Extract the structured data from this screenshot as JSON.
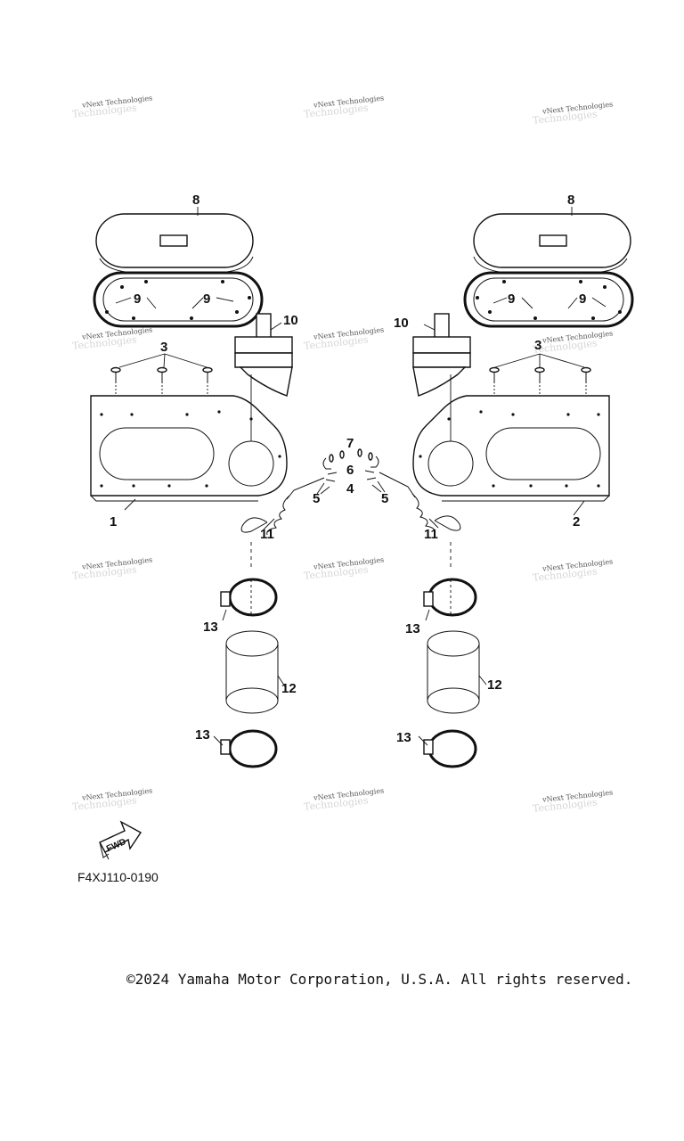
{
  "watermark": {
    "line1": "vNext Technologies",
    "line2": "Technologies"
  },
  "labels": {
    "p1": "1",
    "p2": "2",
    "p3": "3",
    "p4": "4",
    "p5": "5",
    "p6": "6",
    "p7": "7",
    "p8": "8",
    "p9": "9",
    "p10": "10",
    "p11": "11",
    "p12": "12",
    "p13": "13"
  },
  "fwd_text": "FWD",
  "diagram_code": "F4XJ110-0190",
  "copyright": "©2024 Yamaha Motor Corporation, U.S.A. All rights reserved."
}
